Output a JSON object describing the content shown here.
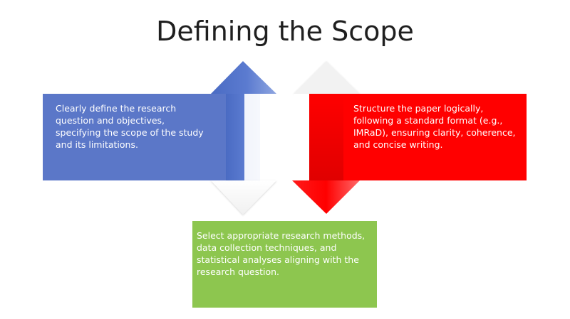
{
  "slide": {
    "title": "Defining the Scope"
  },
  "boxes": {
    "left": {
      "text": "Clearly define the research question and objectives, specifying the scope of the study and its limitations.",
      "color": "#5b77c8"
    },
    "right": {
      "text": "Structure the paper logically, following a standard format (e.g., IMRaD), ensuring clarity, coherence, and concise writing.",
      "color": "#ff0000"
    },
    "bottom": {
      "text": "Select appropriate research methods, data collection techniques, and statistical analyses aligning with the research question.",
      "color": "#8dc64f"
    }
  },
  "arrows": {
    "up_color": "#4f6fc4",
    "down_color": "#ff0000"
  }
}
